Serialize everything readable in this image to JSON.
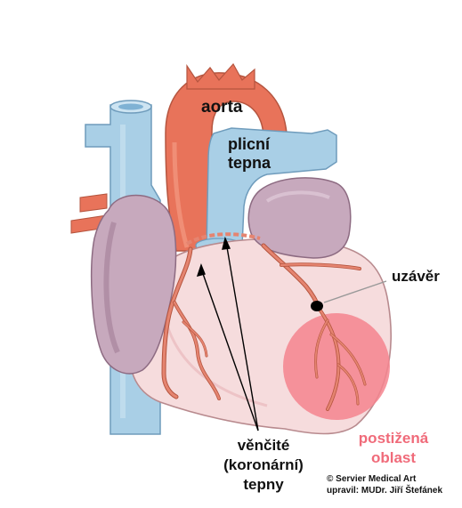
{
  "labels": {
    "aorta": "aorta",
    "pulmonary_line1": "plicní",
    "pulmonary_line2": "tepna",
    "occlusion": "uzávěr",
    "coronary_line1": "věnčité",
    "coronary_line2": "(koronární)",
    "coronary_line3": "tepny",
    "affected_line1": "postižená",
    "affected_line2": "oblast",
    "credit_line1": "© Servier Medical Art",
    "credit_line2": "upravil: MUDr. Jiří Štefánek"
  },
  "colors": {
    "aorta": "#e8735a",
    "aorta_shade": "#d25a44",
    "vessel_blue": "#a9cfe6",
    "vessel_blue_dark": "#7fb2d4",
    "heart": "#f6dcdd",
    "heart_outline": "#b88a8e",
    "atrium": "#c7a9bd",
    "atrium_dark": "#a8849c",
    "artery": "#e58470",
    "artery_dark": "#b5553f",
    "affected_area": "#f4848e",
    "affected_text": "#f06b7a",
    "occlusion_dot": "#000000",
    "pointer_gray": "#999999"
  }
}
